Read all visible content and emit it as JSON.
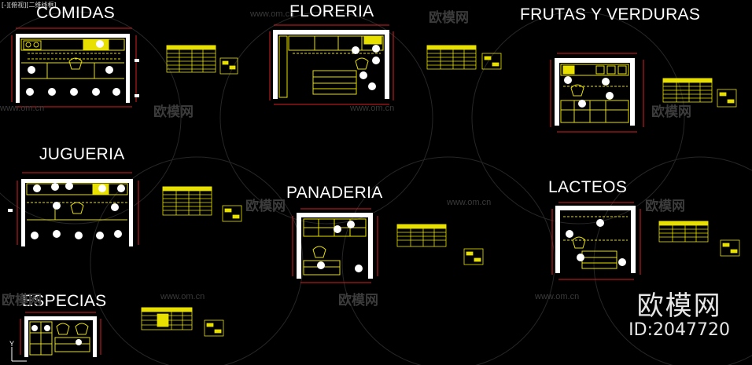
{
  "viewport_label": "[-][俯视][二维线框]",
  "plans": [
    {
      "name": "COMIDAS"
    },
    {
      "name": "FLORERIA"
    },
    {
      "name": "FRUTAS Y VERDURAS"
    },
    {
      "name": "JUGUERIA"
    },
    {
      "name": "PANADERIA"
    },
    {
      "name": "LACTEOS"
    },
    {
      "name": "ESPECIAS"
    }
  ],
  "watermark": {
    "site": "www.om.cn",
    "logo": "欧模网"
  },
  "brand": {
    "name": "欧模网",
    "id": "ID:2047720"
  },
  "axis_label": "Y",
  "colors": {
    "background": "#000000",
    "wall": "#ffffff",
    "linework": "#e8e000",
    "dimension": "#d42020",
    "watermark": "#3a3a3a"
  }
}
